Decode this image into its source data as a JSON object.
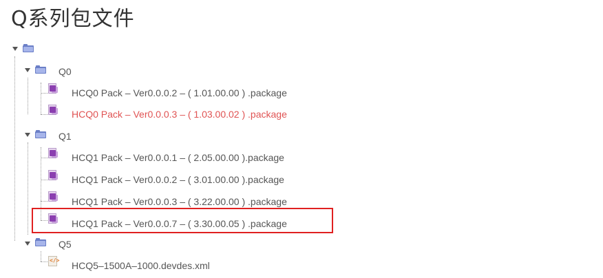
{
  "page": {
    "title": "Q系列包文件"
  },
  "tree": {
    "root": {
      "label": ""
    },
    "groups": [
      {
        "label": "Q0",
        "files": [
          {
            "name": "HCQ0 Pack – Ver0.0.0.2 – ( 1.01.00.00 ) .package",
            "icon": "package-file-icon",
            "color": "#555555"
          },
          {
            "name": "HCQ0 Pack – Ver0.0.0.3 – ( 1.03.00.02 ) .package",
            "icon": "package-file-icon",
            "color": "#e05353"
          }
        ]
      },
      {
        "label": "Q1",
        "files": [
          {
            "name": "HCQ1 Pack – Ver0.0.0.1 – ( 2.05.00.00 ).package",
            "icon": "package-file-icon",
            "color": "#555555"
          },
          {
            "name": "HCQ1 Pack – Ver0.0.0.2 – ( 3.01.00.00 ).package",
            "icon": "package-file-icon",
            "color": "#555555"
          },
          {
            "name": "HCQ1 Pack – Ver0.0.0.3 – ( 3.22.00.00 ) .package",
            "icon": "package-file-icon",
            "color": "#555555"
          },
          {
            "name": "HCQ1 Pack – Ver0.0.0.7 – ( 3.30.00.05 ) .package",
            "icon": "package-file-icon",
            "color": "#555555",
            "highlighted": true
          }
        ]
      },
      {
        "label": "Q5",
        "files": [
          {
            "name": "HCQ5–1500A–1000.devdes.xml",
            "icon": "xml-file-icon",
            "color": "#555555"
          }
        ]
      }
    ]
  },
  "colors": {
    "highlight_border": "#e02020",
    "folder": "#a7b5ea",
    "text": "#555555",
    "red_text": "#e05353"
  }
}
